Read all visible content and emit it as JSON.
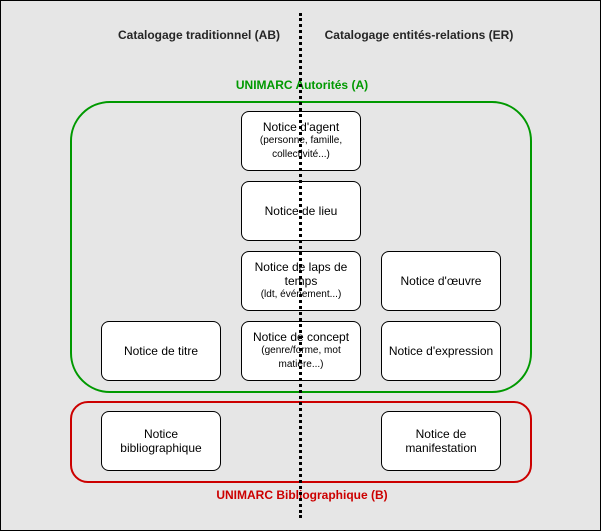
{
  "headers": {
    "left": "Catalogage traditionnel (AB)",
    "right": "Catalogage entités-relations (ER)"
  },
  "groups": {
    "authorities": {
      "label": "UNIMARC Autorités (A)",
      "color": "#009900"
    },
    "bibliographic": {
      "label": "UNIMARC Bibliographique (B)",
      "color": "#cc0000"
    }
  },
  "nodes": {
    "agent": {
      "lines": [
        "Notice d'agent"
      ],
      "note": [
        "(personne, famille,",
        "collectivité...)"
      ]
    },
    "lieu": {
      "lines": [
        "Notice de lieu"
      ],
      "note": []
    },
    "laps": {
      "lines": [
        "Notice de laps de",
        "temps"
      ],
      "note": [
        "(ldt, événement...)"
      ]
    },
    "oeuvre": {
      "lines": [
        "Notice d'œuvre"
      ],
      "note": []
    },
    "titre": {
      "lines": [
        "Notice de titre"
      ],
      "note": []
    },
    "concept": {
      "lines": [
        "Notice de concept"
      ],
      "note": [
        "(genre/forme, mot",
        "matière...)"
      ]
    },
    "expression": {
      "lines": [
        "Notice d'expression"
      ],
      "note": []
    },
    "bibliographique": {
      "lines": [
        "Notice",
        "bibliographique"
      ],
      "note": []
    },
    "manifestation": {
      "lines": [
        "Notice de",
        "manifestation"
      ],
      "note": []
    }
  }
}
